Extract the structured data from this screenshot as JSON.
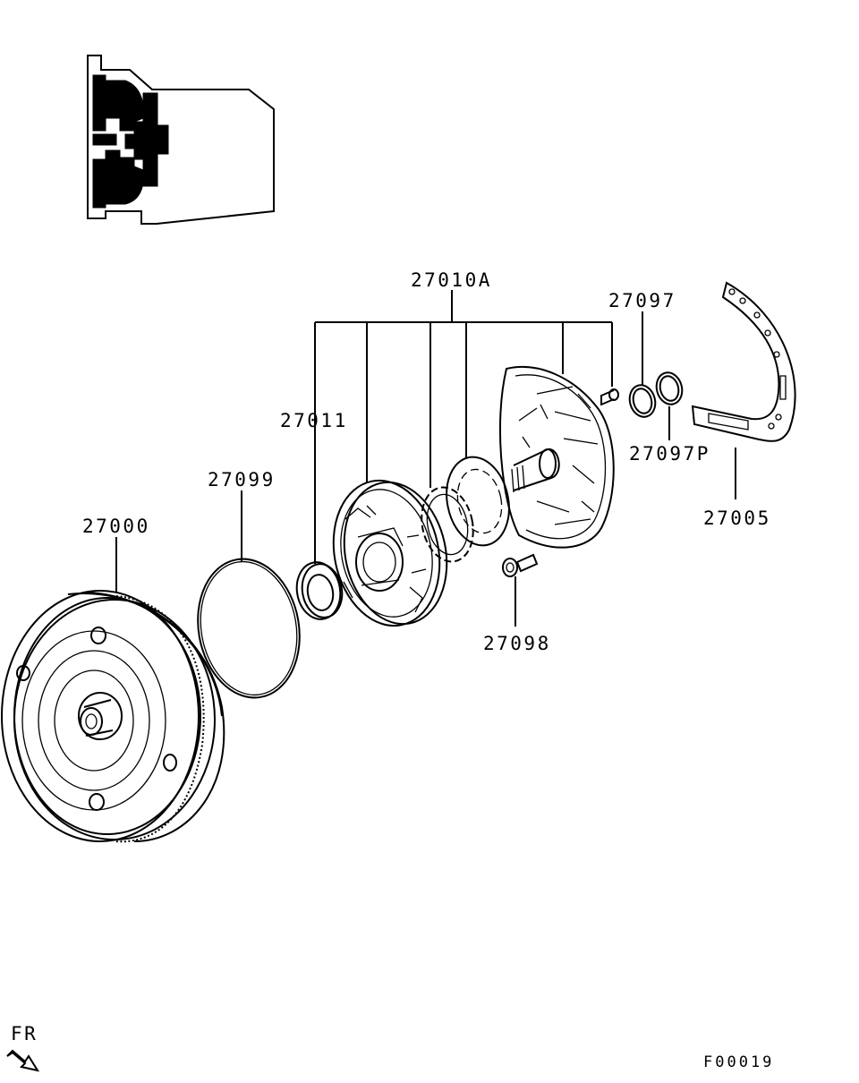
{
  "diagram": {
    "part_labels": {
      "torque_converter": "27000",
      "o_ring": "27099",
      "oil_seal": "27011",
      "oil_pump_assembly": "27010A",
      "seal_ring_upper": "27097",
      "seal_ring_lower": "27097P",
      "gasket": "27005",
      "bolt": "27098"
    },
    "direction_label": "FR",
    "figure_code": "F00019"
  }
}
